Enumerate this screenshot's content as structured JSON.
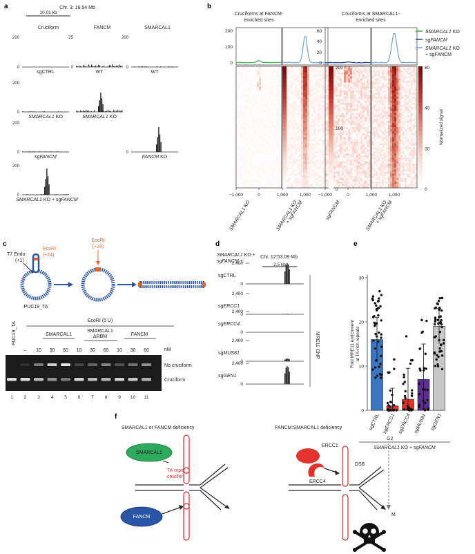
{
  "panels": {
    "a": "a",
    "b": "b",
    "c": "c",
    "d": "d",
    "e": "e",
    "f": "f"
  },
  "panel_a": {
    "locus": "Chr. 3: 16.54 Mb",
    "scale": "10.01 kb",
    "columns": [
      "Cruciform",
      "FANCM",
      "SMARCAL1"
    ],
    "ymax": [
      "200",
      "25",
      "200"
    ],
    "zero": "0",
    "tracks": [
      {
        "prefix": "",
        "italic": "",
        "suffix": "sgCTRL"
      },
      {
        "prefix": "",
        "italic": "",
        "suffix": "WT"
      },
      {
        "prefix": "",
        "italic": "",
        "suffix": "WT"
      },
      {
        "prefix": "",
        "italic": "SMARCAL1",
        "suffix": " KO"
      },
      {
        "prefix": "",
        "italic": "SMARCAL1",
        "suffix": " KO"
      },
      {
        "prefix": "sg",
        "italic": "FANCM",
        "suffix": ""
      },
      {
        "prefix": "",
        "italic": "FANCM",
        "suffix": " KO"
      },
      {
        "prefix": "",
        "italic": "SMARCAL1",
        "suffix": " KO + sg"
      }
    ],
    "last_italic": "FANCM"
  },
  "panel_b": {
    "left_title": [
      "Cruciforms at FANCM-",
      "enriched sites"
    ],
    "right_title": [
      "Cruciforms at SMARCAL1-",
      "enriched sites"
    ],
    "left_profile_ticks": [
      "200",
      "100",
      "0"
    ],
    "right_profile_ticks": [
      "60",
      "40",
      "20",
      "0"
    ],
    "left_colorbar": [
      "200",
      "100",
      "0"
    ],
    "right_colorbar": [
      "60",
      "40",
      "20",
      "0"
    ],
    "colorbar_label": "Normalized signal",
    "x_ticks": [
      "−1,000",
      "0",
      "1,000"
    ],
    "legend": [
      {
        "label": "SMARCAL1",
        "rest": " KO",
        "color": "#3fae49"
      },
      {
        "label": "sg",
        "rest": "FANCM",
        "color": "#1f3f8f"
      },
      {
        "label": "SMARCAL1",
        "rest": " KO",
        "color": "#6fa3d8",
        "line2": "+ sgFANCM"
      }
    ],
    "col_labels": [
      "SMARCAL1 KO",
      "SMARCAL1 KO",
      "sgFANCM",
      "SMARCAL1 KO"
    ],
    "col_labels2": [
      "",
      "+ sgFANCM",
      "",
      "+ sgFANCM"
    ],
    "colormap": [
      "#ffffff",
      "#f6d8cf",
      "#e38a78",
      "#c2382e",
      "#7a0c10"
    ]
  },
  "panel_c": {
    "t7": [
      "T7 Endo",
      "(+1)"
    ],
    "ecori1": [
      "EcoRI",
      "(+24)"
    ],
    "ecori2": [
      "EcoRI",
      "(+24)"
    ],
    "plasmid": "PUC19_TA",
    "gel_title": "EcoRI (5 U)",
    "lane0": "PUC19_TA",
    "groups": [
      "SMARCAL1",
      "SMARCAL1",
      "FANCM"
    ],
    "group2_sub": "ΔRBM",
    "conc": [
      "–",
      "10",
      "30",
      "60",
      "10",
      "30",
      "60",
      "10",
      "30",
      "60"
    ],
    "unit": "nM",
    "band_labels": [
      "No cruciform",
      "Cruciform"
    ],
    "lanes": [
      "1",
      "2",
      "3",
      "4",
      "5",
      "6",
      "7",
      "8",
      "9",
      "10",
      "11"
    ],
    "top_band": [
      0,
      0.1,
      0.45,
      0.85,
      0.95,
      0.2,
      0.35,
      0.5,
      0.25,
      0.4,
      0.55
    ],
    "bottom_band": [
      0.9,
      0.9,
      0.75,
      0.55,
      0.45,
      0.85,
      0.75,
      0.7,
      0.85,
      0.8,
      0.7
    ]
  },
  "panel_d": {
    "header": [
      "SMARCAL1",
      " KO +",
      "sg",
      "FANCM",
      " +:"
    ],
    "locus": "Chr. 12:53.09 Mb",
    "scale": "2.5 kb",
    "tick_top": "2,400",
    "tick_zero": "0",
    "side_label": "MRE11 ChIP",
    "tracks": [
      {
        "prefix": "sg",
        "gene": "CTRL",
        "italic": false
      },
      {
        "prefix": "sg",
        "gene": "ERCC1",
        "italic": true
      },
      {
        "prefix": "sg",
        "gene": "ERCC4",
        "italic": true
      },
      {
        "prefix": "sg",
        "gene": "MUS81",
        "italic": true
      },
      {
        "prefix": "sg",
        "gene": "GEN1",
        "italic": true
      }
    ]
  },
  "chart_data": {
    "type": "bar",
    "categories": [
      "sgCTRL",
      "sgERCC1",
      "sgERCC4",
      "sgMUS81",
      "sgGEN1"
    ],
    "values": [
      16,
      1,
      2.5,
      7,
      19
    ],
    "errors": [
      5,
      4,
      7,
      8,
      4
    ],
    "colors": [
      "#3a76c4",
      "#e0302a",
      "#e0302a",
      "#5b2d8e",
      "#c8c8c8"
    ],
    "ylabel": "Fold MRE11 enrichment at TA-rich repeats",
    "ylabel_lines": [
      "Fold MRE11 enrichment",
      "at TA-rich repeats"
    ],
    "xlabel_prefix": "SMARCAL1",
    "xlabel_rest": " KO + sg",
    "xlabel_italic": "FANCM",
    "yticks": [
      "0",
      "10",
      "20",
      "30"
    ],
    "ylim": [
      0,
      30
    ]
  },
  "panel_f": {
    "left_title": "SMARCAL1 or FANCM deficiency",
    "right_title": "FANCM:SMARCAL1 deficiency",
    "smarcal1": "SMARCAL1",
    "fancm": "FANCM",
    "cruciform_label": [
      "TA repeat",
      "cruciforms"
    ],
    "ercc1": "ERCC1",
    "ercc4": "ERCC4",
    "dsb": "DSB",
    "g2": "G2",
    "m": "M",
    "colors": {
      "smarcal1": "#2eaa5c",
      "fancm": "#2a56a8",
      "ercc1": "#e3312c",
      "ercc4": "#e3312c",
      "cruciform": "#d9252a"
    }
  }
}
